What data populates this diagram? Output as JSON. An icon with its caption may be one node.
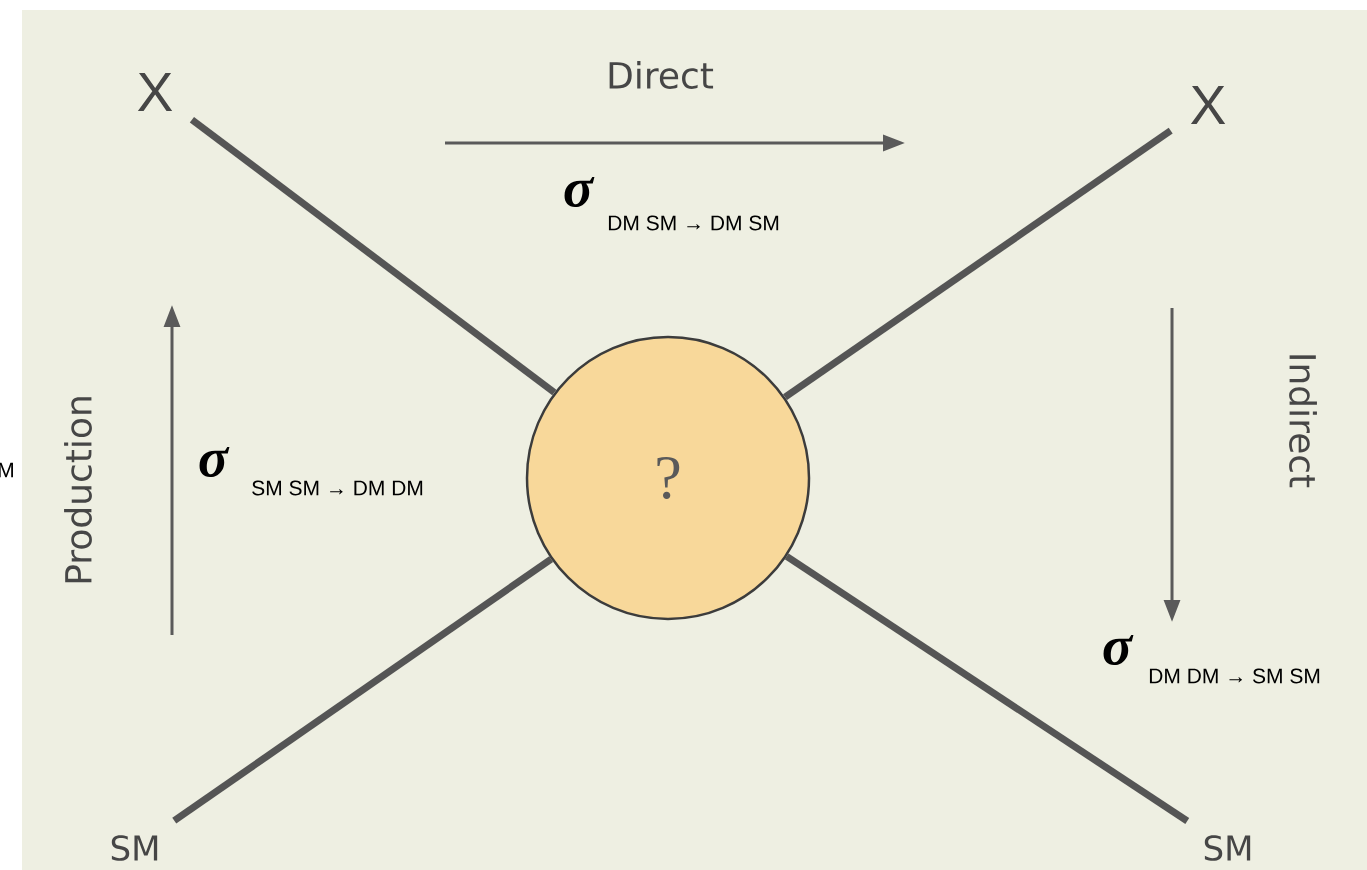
{
  "diagram": {
    "nodes": [
      {
        "text": [
          "X"
        ]
      },
      {
        "text": [
          "X"
        ]
      },
      {
        "text": [
          "SM"
        ]
      },
      {
        "text": [
          "SM"
        ]
      },
      {
        "text": [
          "?"
        ]
      }
    ],
    "edges": [
      {
        "from": 0,
        "to": 4,
        "arrow": "none"
      },
      {
        "from": 1,
        "to": 4,
        "arrow": "none"
      },
      {
        "from": 2,
        "to": 4,
        "arrow": "none"
      },
      {
        "from": 3,
        "to": 4,
        "arrow": "none"
      }
    ],
    "labels": [
      "Direct",
      "σ",
      "DM SM → DM SM",
      "Production",
      "M",
      "σ",
      "SM SM → DM DM",
      "Indirect",
      "σ",
      "DM DM → SM SM"
    ]
  }
}
